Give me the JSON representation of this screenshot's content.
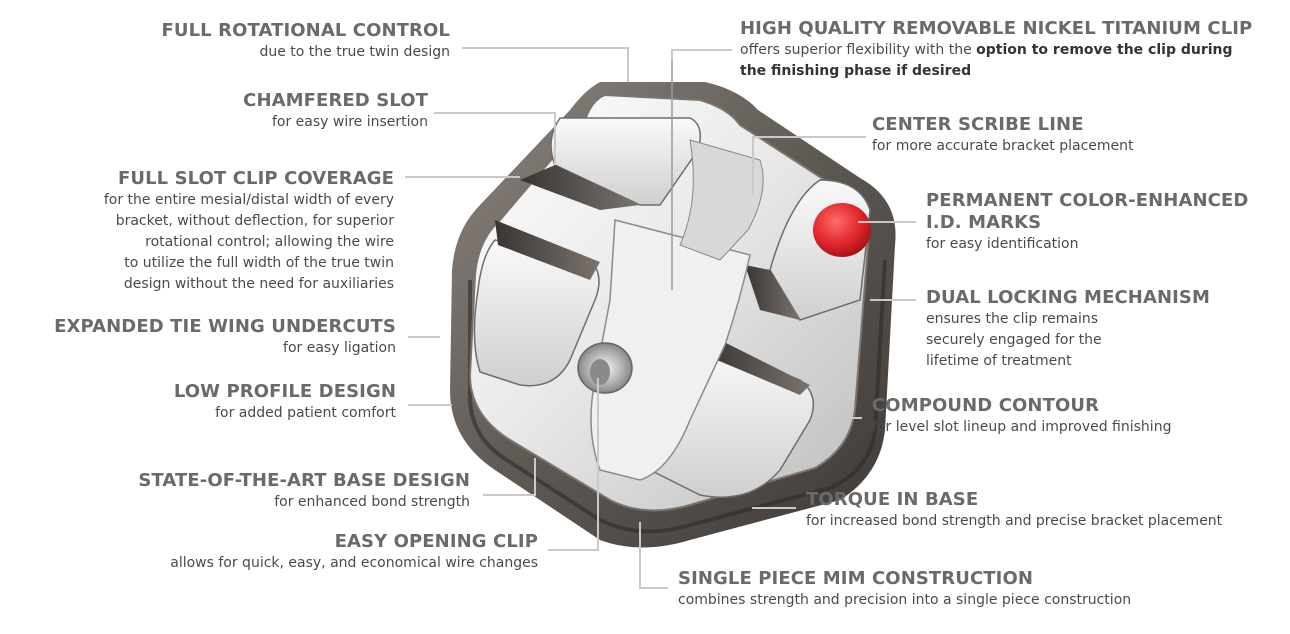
{
  "callouts": {
    "full_rotational": {
      "title": "FULL ROTATIONAL CONTROL",
      "desc": "due to the true twin design"
    },
    "chamfered": {
      "title": "CHAMFERED SLOT",
      "desc": "for easy wire insertion"
    },
    "full_slot": {
      "title": "FULL SLOT CLIP COVERAGE",
      "desc": [
        "for the entire mesial/distal width of every",
        "bracket, without deflection, for superior",
        "rotational control; allowing the wire",
        "to utilize the full width of the true twin",
        "design without the need for auxiliaries"
      ]
    },
    "expanded": {
      "title": "EXPANDED TIE WING UNDERCUTS",
      "desc": "for easy ligation"
    },
    "low_profile": {
      "title": "LOW PROFILE DESIGN",
      "desc": "for added patient comfort"
    },
    "base_design": {
      "title": "STATE-OF-THE-ART BASE DESIGN",
      "desc": "for enhanced bond strength"
    },
    "easy_opening": {
      "title": "EASY OPENING CLIP",
      "desc": "allows for quick, easy, and economical wire changes"
    },
    "nickel_clip": {
      "title": "HIGH QUALITY REMOVABLE NICKEL TITANIUM CLIP",
      "desc_plain": "offers superior flexibility with the ",
      "desc_bold_1": "option to remove the clip during",
      "desc_bold_2": "the finishing phase if desired"
    },
    "center_scribe": {
      "title": "CENTER SCRIBE LINE",
      "desc": "for more accurate bracket placement"
    },
    "color_marks": {
      "title_1": "PERMANENT COLOR-ENHANCED",
      "title_2": "I.D. MARKS",
      "desc": "for easy identification"
    },
    "dual_locking": {
      "title": "DUAL LOCKING MECHANISM",
      "desc": [
        "ensures the clip remains",
        "securely engaged for the",
        "lifetime of treatment"
      ]
    },
    "compound": {
      "title": "COMPOUND CONTOUR",
      "desc": "for level slot lineup and improved finishing"
    },
    "torque": {
      "title": "TORQUE IN BASE",
      "desc": "for increased bond strength and precise bracket placement"
    },
    "single_piece": {
      "title": "SINGLE PIECE MIM CONSTRUCTION",
      "desc": "combines strength and precision into a single piece construction"
    }
  },
  "colors": {
    "title": "#6a6a6a",
    "text": "#4a4a4a",
    "leader": "#c9c9c9",
    "id_mark": "#e0262b",
    "metal_dark": "#6b6561",
    "metal_light": "#f2f2f2"
  }
}
